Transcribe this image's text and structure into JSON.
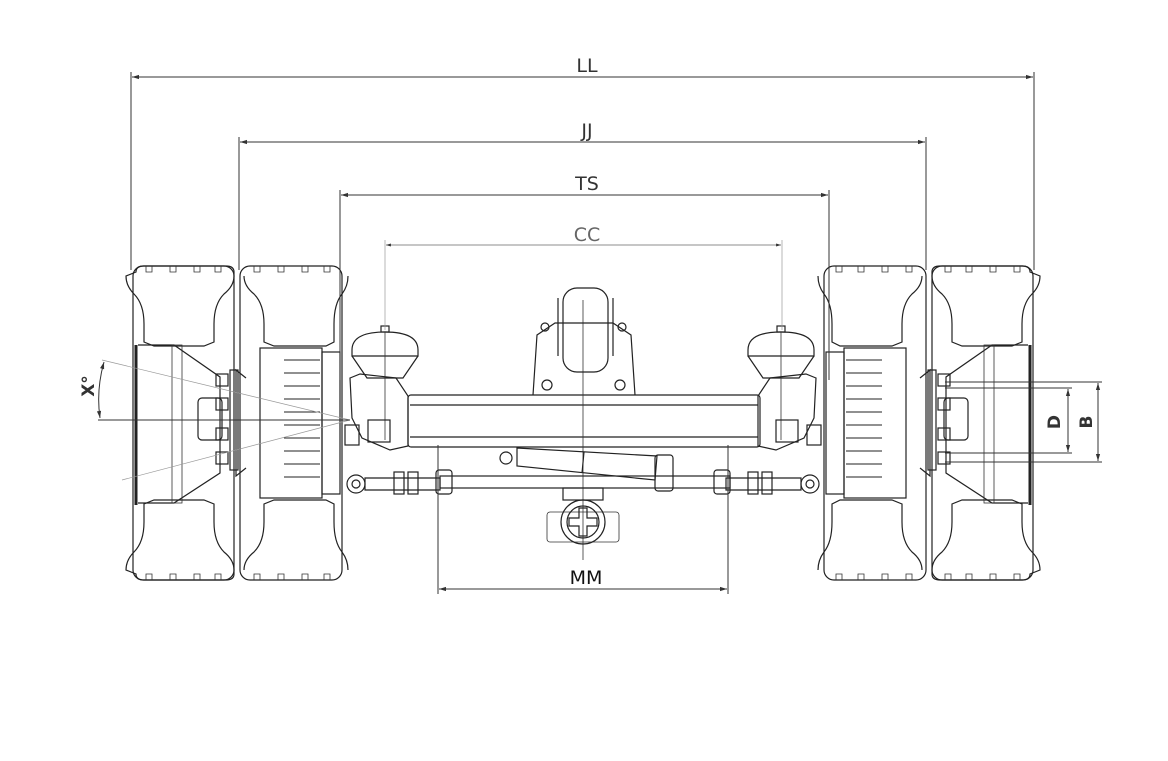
{
  "diagram": {
    "title": "Tandem axle dimensional drawing (rear view)",
    "dimensions": {
      "ll": "LL",
      "jj": "JJ",
      "ts": "TS",
      "cc": "CC",
      "mm": "MM",
      "d": "D",
      "b": "B",
      "angle": "X°"
    }
  }
}
